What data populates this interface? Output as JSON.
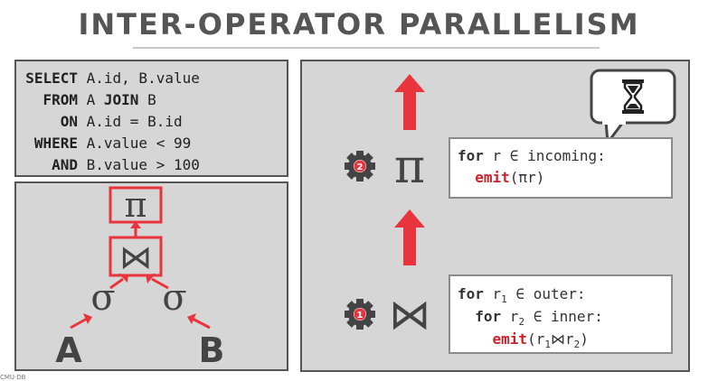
{
  "title": "INTER-OPERATOR PARALLELISM",
  "sql": {
    "lines": [
      {
        "keyword": "SELECT",
        "text": " A.id, B.value"
      },
      {
        "keyword": "FROM",
        "text_a": " A ",
        "bold": "JOIN",
        "text_b": " B"
      },
      {
        "keyword": "ON",
        "text": " A.id = B.id"
      },
      {
        "keyword": "WHERE",
        "text": " A.value < 99"
      },
      {
        "keyword": "AND",
        "text": " B.value > 100"
      }
    ]
  },
  "tree": {
    "pi": "π",
    "join": "⋈",
    "sigma_left": "σ",
    "sigma_right": "σ",
    "table_a": "A",
    "table_b": "B"
  },
  "exec": {
    "worker_pi_number": "2",
    "worker_join_number": "1",
    "pi_symbol": "π",
    "join_symbol": "⋈",
    "code_pi": {
      "line1_kw": "for",
      "line1_rest": " r ∈ incoming:",
      "line2_emit": "emit",
      "line2_rest": "(πr)"
    },
    "code_join": {
      "line1_kw": "for",
      "line1_a": " r",
      "line1_sub": "1",
      "line1_b": " ∈ outer:",
      "line2_kw": "for",
      "line2_a": " r",
      "line2_sub": "2",
      "line2_b": " ∈ inner:",
      "line3_emit": "emit",
      "line3_a": "(r",
      "line3_sub1": "1",
      "line3_join": "⋈",
      "line3_b": "r",
      "line3_sub2": "2",
      "line3_c": ")"
    },
    "wait_icon": "hourglass-icon"
  },
  "footer": "CMU·DB",
  "colors": {
    "accent": "#e8343c",
    "panel_bg": "#d6d6d6",
    "dark": "#444444"
  }
}
